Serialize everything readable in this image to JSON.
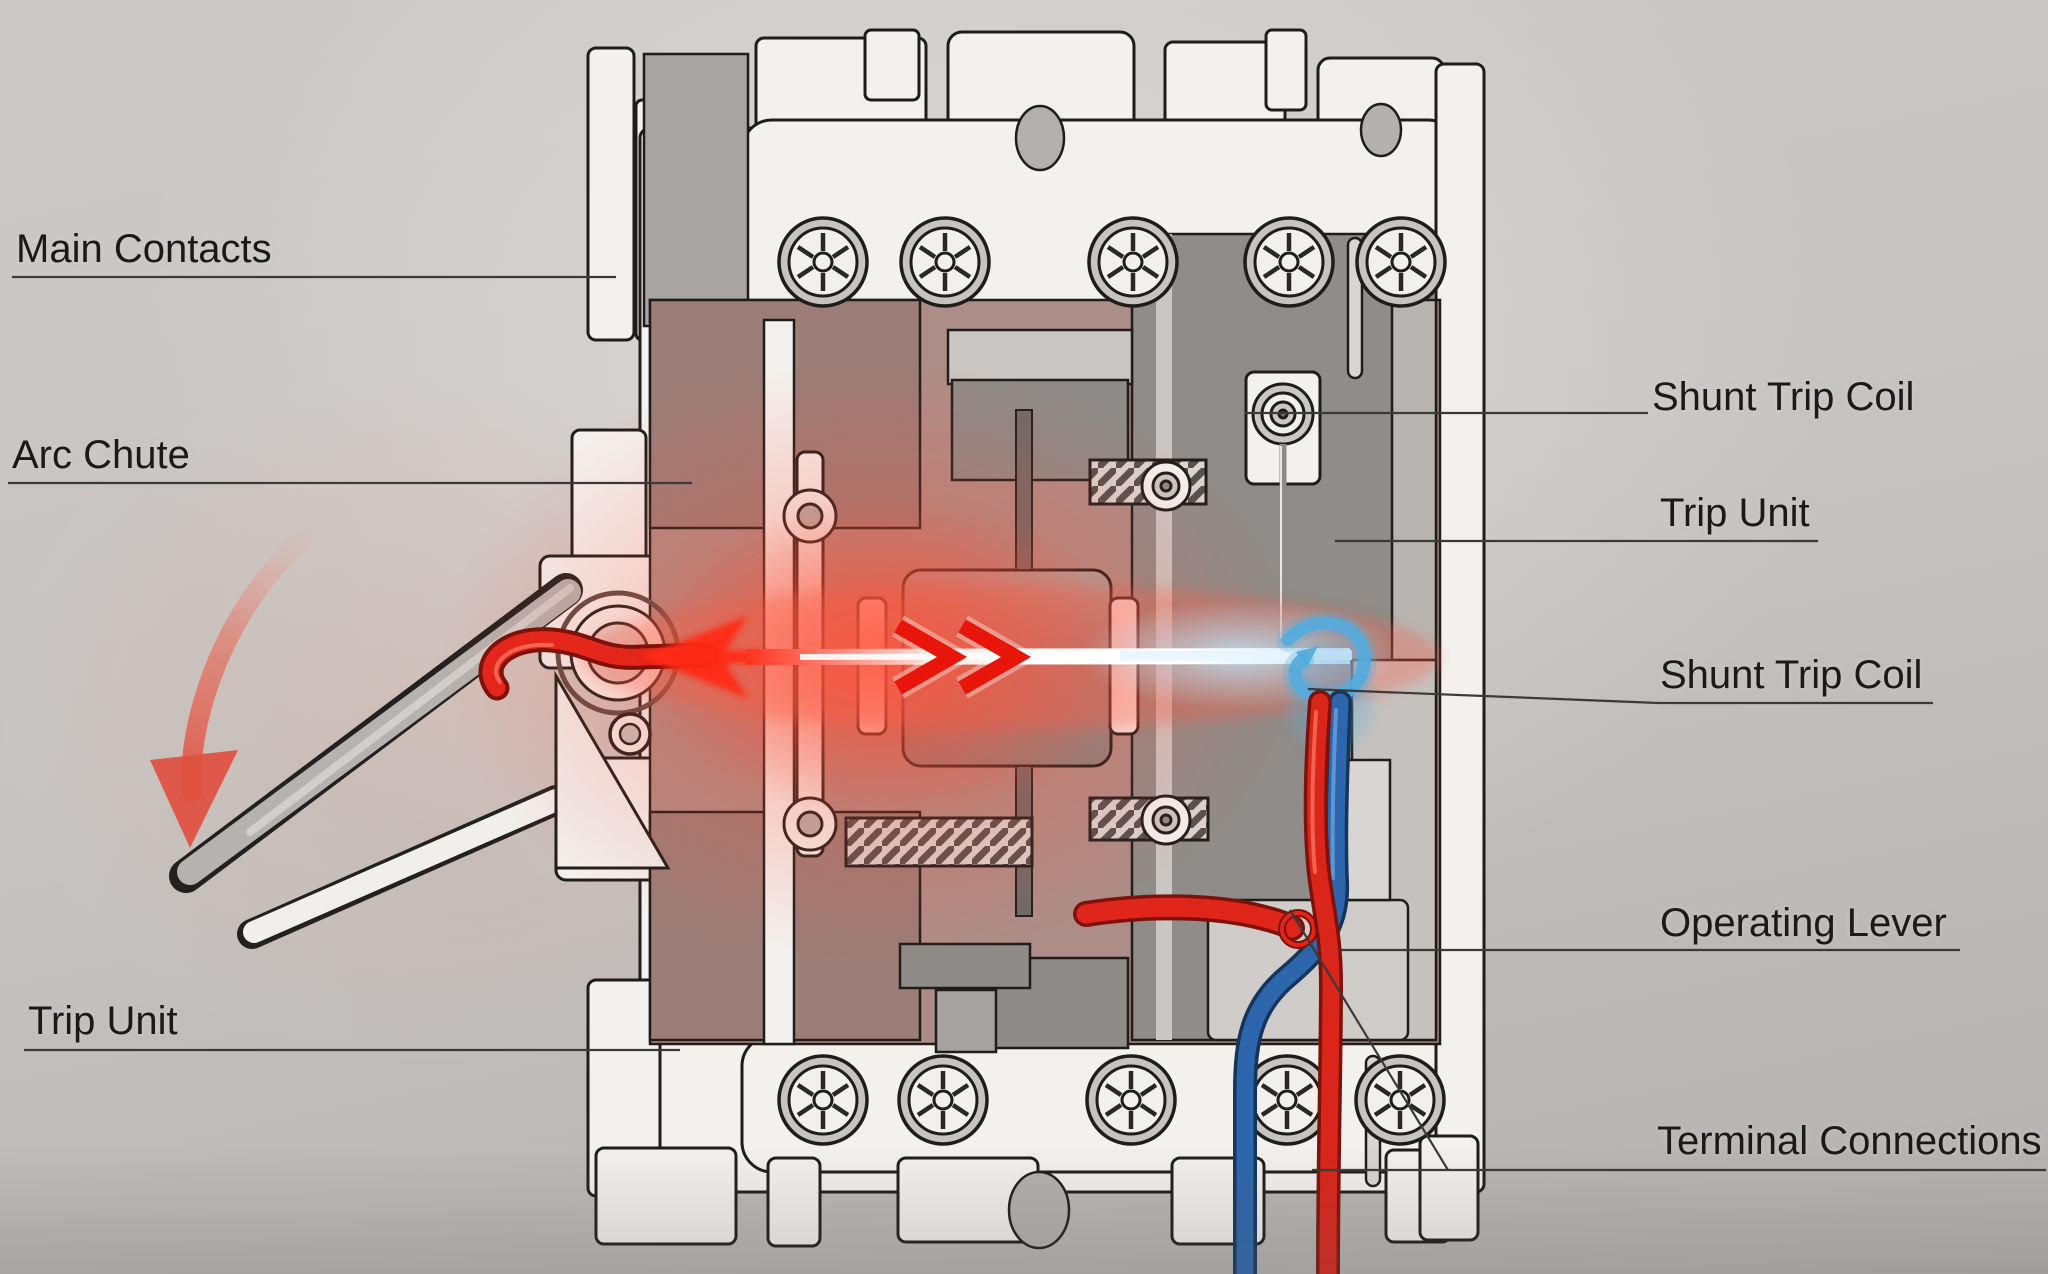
{
  "page": {
    "title": "Circuit breaker cutaway diagram"
  },
  "diagram": {
    "subject": "Molded-case circuit breaker cross-section with trip path highlighted",
    "labels": [
      {
        "id": "main-contacts",
        "text": "Main Contacts",
        "side": "left"
      },
      {
        "id": "arc-chute",
        "text": "Arc Chute",
        "side": "left"
      },
      {
        "id": "trip-unit-left",
        "text": "Trip Unit",
        "side": "left"
      },
      {
        "id": "shunt-trip-coil-upper",
        "text": "Shunt Trip Coil",
        "side": "right"
      },
      {
        "id": "trip-unit-right",
        "text": "Trip Unit",
        "side": "right"
      },
      {
        "id": "shunt-trip-coil-lower",
        "text": "Shunt Trip Coil",
        "side": "right"
      },
      {
        "id": "operating-lever",
        "text": "Operating Lever",
        "side": "right"
      },
      {
        "id": "terminal-connections",
        "text": "Terminal Connections",
        "side": "right"
      }
    ],
    "icons": [
      {
        "id": "trip-direction-arrow",
        "meaning": "red curved arrow showing lever trip direction"
      },
      {
        "id": "current-flow-chevrons",
        "meaning": "red double chevrons showing current flow direction"
      },
      {
        "id": "magnetic-field-swirl",
        "meaning": "blue swirl showing shunt coil actuation"
      }
    ],
    "colors": {
      "label_text": "#1b1a19",
      "leader": "#3a3a38",
      "outline": "#1f1d1b",
      "housing": "#f3f1ee",
      "interior": "#ad8d87",
      "panel_gray": "#8f8c89",
      "glow_red": "#ff3a26",
      "wire_red": "#da251a",
      "wire_blue": "#2d66ad",
      "beam_blue": "#e8f5fd",
      "swirl_blue": "#54abdd",
      "arrow_red": "#e25043"
    }
  }
}
